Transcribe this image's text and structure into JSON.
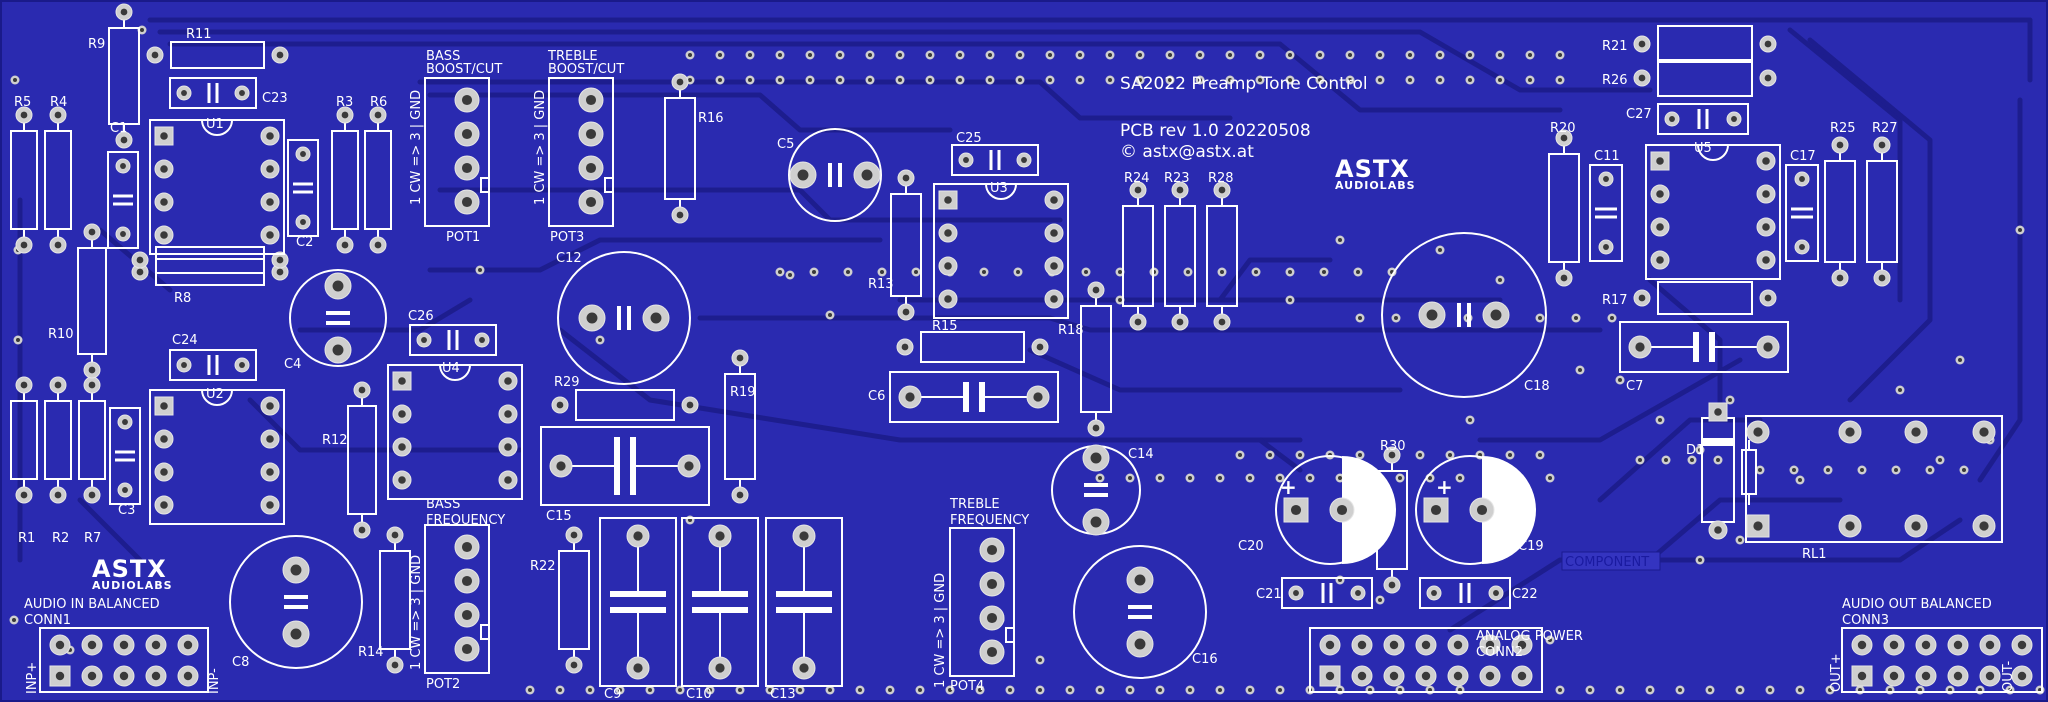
{
  "board": {
    "title": "SA2022 Preamp Tone Control",
    "revision": "PCB rev 1.0 20220508",
    "contact": "© astx@astx.at",
    "logo_main": "ASTX",
    "logo_sub": "AUDIOLABS",
    "layer_tag": "COMPONENT",
    "colors": {
      "board": "#2a2ab0",
      "trace": "#1c1c8a",
      "silk": "#ffffff",
      "pad": "#c8c8c8"
    }
  },
  "pots": {
    "pot1": {
      "heading1": "BASS",
      "heading2": "BOOST/CUT",
      "pin_note": "1 CW => 3 | GND",
      "ref": "POT1"
    },
    "pot3": {
      "heading1": "TREBLE",
      "heading2": "BOOST/CUT",
      "pin_note": "1 CW => 3 | GND",
      "ref": "POT3"
    },
    "pot2": {
      "heading1": "BASS",
      "heading2": "FREQUENCY",
      "pin_note": "1 CW => 3 | GND",
      "ref": "POT2"
    },
    "pot4": {
      "heading1": "TREBLE",
      "heading2": "FREQUENCY",
      "pin_note": "1 CW => 3 | GND",
      "ref": "POT4"
    }
  },
  "connectors": {
    "conn1": {
      "title": "AUDIO IN BALANCED",
      "ref": "CONN1",
      "pin_left": "INP+",
      "pin_right": "INP-"
    },
    "conn2": {
      "title": "ANALOG POWER",
      "ref": "CONN2"
    },
    "conn3": {
      "title": "AUDIO OUT BALANCED",
      "ref": "CONN3",
      "pin_left": "OUT+",
      "pin_right": "OUT-"
    }
  },
  "refs": {
    "R1": "R1",
    "R2": "R2",
    "R3": "R3",
    "R4": "R4",
    "R5": "R5",
    "R6": "R6",
    "R7": "R7",
    "R8": "R8",
    "R9": "R9",
    "R10": "R10",
    "R11": "R11",
    "R12": "R12",
    "R13": "R13",
    "R14": "R14",
    "R15": "R15",
    "R16": "R16",
    "R17": "R17",
    "R18": "R18",
    "R19": "R19",
    "R20": "R20",
    "R21": "R21",
    "R22": "R22",
    "R23": "R23",
    "R24": "R24",
    "R25": "R25",
    "R26": "R26",
    "R27": "R27",
    "R28": "R28",
    "R29": "R29",
    "R30": "R30",
    "C1": "C1",
    "C2": "C2",
    "C3": "C3",
    "C4": "C4",
    "C5": "C5",
    "C6": "C6",
    "C7": "C7",
    "C8": "C8",
    "C9": "C9",
    "C10": "C10",
    "C11": "C11",
    "C12": "C12",
    "C13": "C13",
    "C14": "C14",
    "C15": "C15",
    "C16": "C16",
    "C17": "C17",
    "C18": "C18",
    "C19": "C19",
    "C20": "C20",
    "C21": "C21",
    "C22": "C22",
    "C23": "C23",
    "C24": "C24",
    "C25": "C25",
    "C26": "C26",
    "C27": "C27",
    "U1": "U1",
    "U2": "U2",
    "U3": "U3",
    "U4": "U4",
    "U5": "U5",
    "D1": "D1",
    "RL1": "RL1",
    "plus": "+"
  }
}
